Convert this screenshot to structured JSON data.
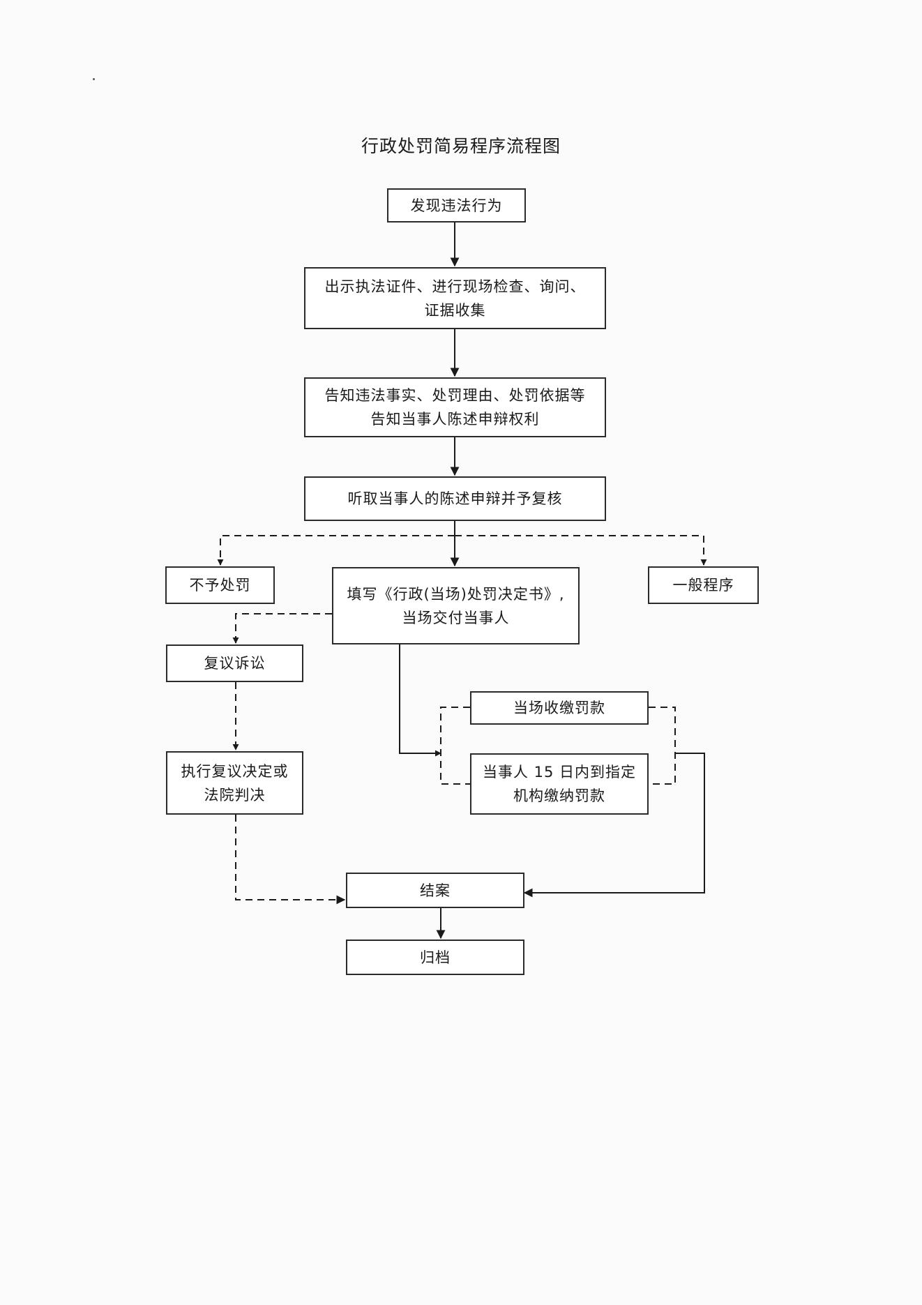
{
  "title": "行政处罚简易程序流程图",
  "nodes": {
    "discover": "发现违法行为",
    "show_credentials": "出示执法证件、进行现场检查、询问、\n证据收集",
    "notify": "告知违法事实、处罚理由、处罚依据等\n告知当事人陈述申辩权利",
    "hear": "听取当事人的陈述申辩并予复核",
    "no_penalty": "不予处罚",
    "fill_decision": "填写《行政(当场)处罚决定书》,\n当场交付当事人",
    "general_procedure": "一般程序",
    "review_litigation": "复议诉讼",
    "collect_fine": "当场收缴罚款",
    "pay_within_15": "当事人 15 日内到指定\n机构缴纳罚款",
    "execute_decision": "执行复议决定或\n法院判决",
    "close_case": "结案",
    "archive": "归档"
  }
}
